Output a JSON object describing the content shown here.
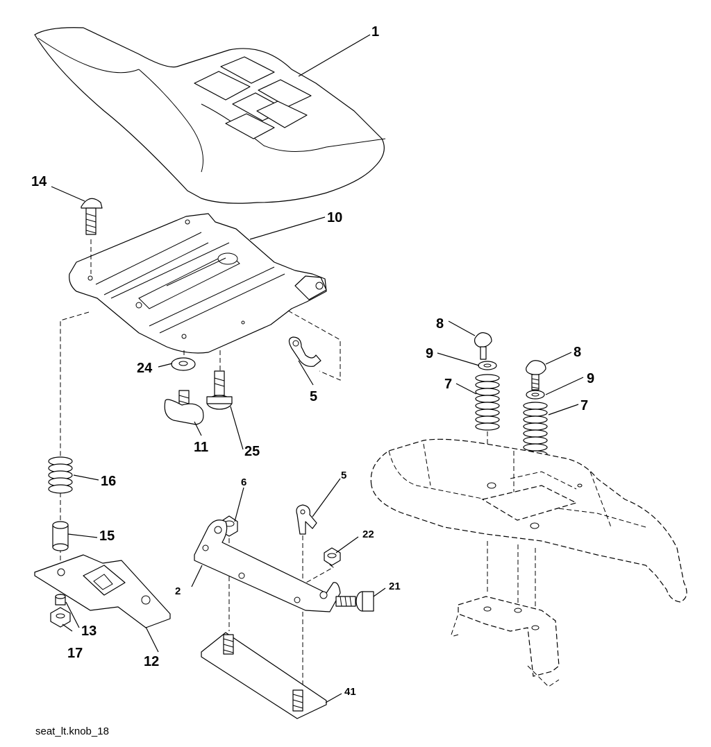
{
  "diagram": {
    "caption": "seat_lt.knob_18",
    "callouts": {
      "seat": "1",
      "seat_pan": "10",
      "carriage_bolt": "14",
      "wire_clip_upper": "5",
      "wire_clip_lower": "5",
      "washer_24": "24",
      "knob": "11",
      "shoulder_bolt": "25",
      "spring_16": "16",
      "bushing": "15",
      "slide_bracket": "12",
      "washer_13": "13",
      "locknut": "17",
      "nut_6": "6",
      "pivot_bracket": "2",
      "nut_22": "22",
      "bolt_21": "21",
      "stud_plate": "41",
      "knob_8_left": "8",
      "knob_8_right": "8",
      "washer_9_left": "9",
      "washer_9_right": "9",
      "spring_7_left": "7",
      "spring_7_right": "7"
    }
  }
}
